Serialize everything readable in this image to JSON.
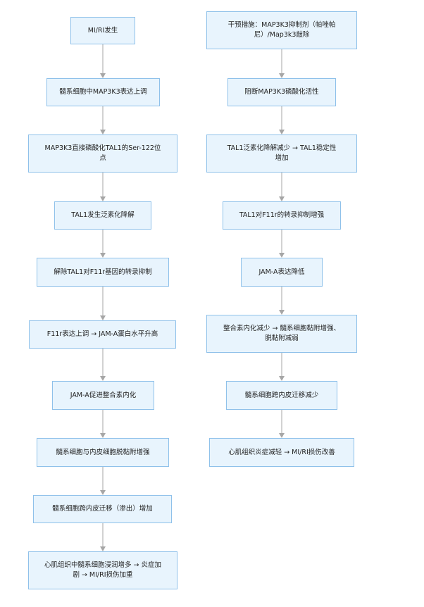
{
  "colors": {
    "box_fill": "#e8f4fd",
    "box_border": "#8fc1ea",
    "arrow": "#a6a6a6",
    "text": "#222222"
  },
  "left_flow": [
    "MI/RI发生",
    "髓系细胞中MAP3K3表达上调",
    "MAP3K3直接磷酸化TAL1的Ser-122位点",
    "TAL1发生泛素化降解",
    "解除TAL1对F11r基因的转录抑制",
    "F11r表达上调 → JAM-A蛋白水平升高",
    "JAM-A促进整合素内化",
    "髓系细胞与内皮细胞脱黏附增强",
    "髓系细胞跨内皮迁移（渗出）增加",
    "心肌组织中髓系细胞浸润增多 → 炎症加剧 → MI/RI损伤加重"
  ],
  "right_flow": [
    "干预措施：MAP3K3抑制剂（帕唑帕尼）/Map3k3敲除",
    "阻断MAP3K3磷酸化活性",
    "TAL1泛素化降解减少 → TAL1稳定性增加",
    "TAL1对F11r的转录抑制增强",
    "JAM-A表达降低",
    "整合素内化减少 → 髓系细胞黏附增强、脱黏附减弱",
    "髓系细胞跨内皮迁移减少",
    "心肌组织炎症减轻 → MI/RI损伤改善"
  ]
}
